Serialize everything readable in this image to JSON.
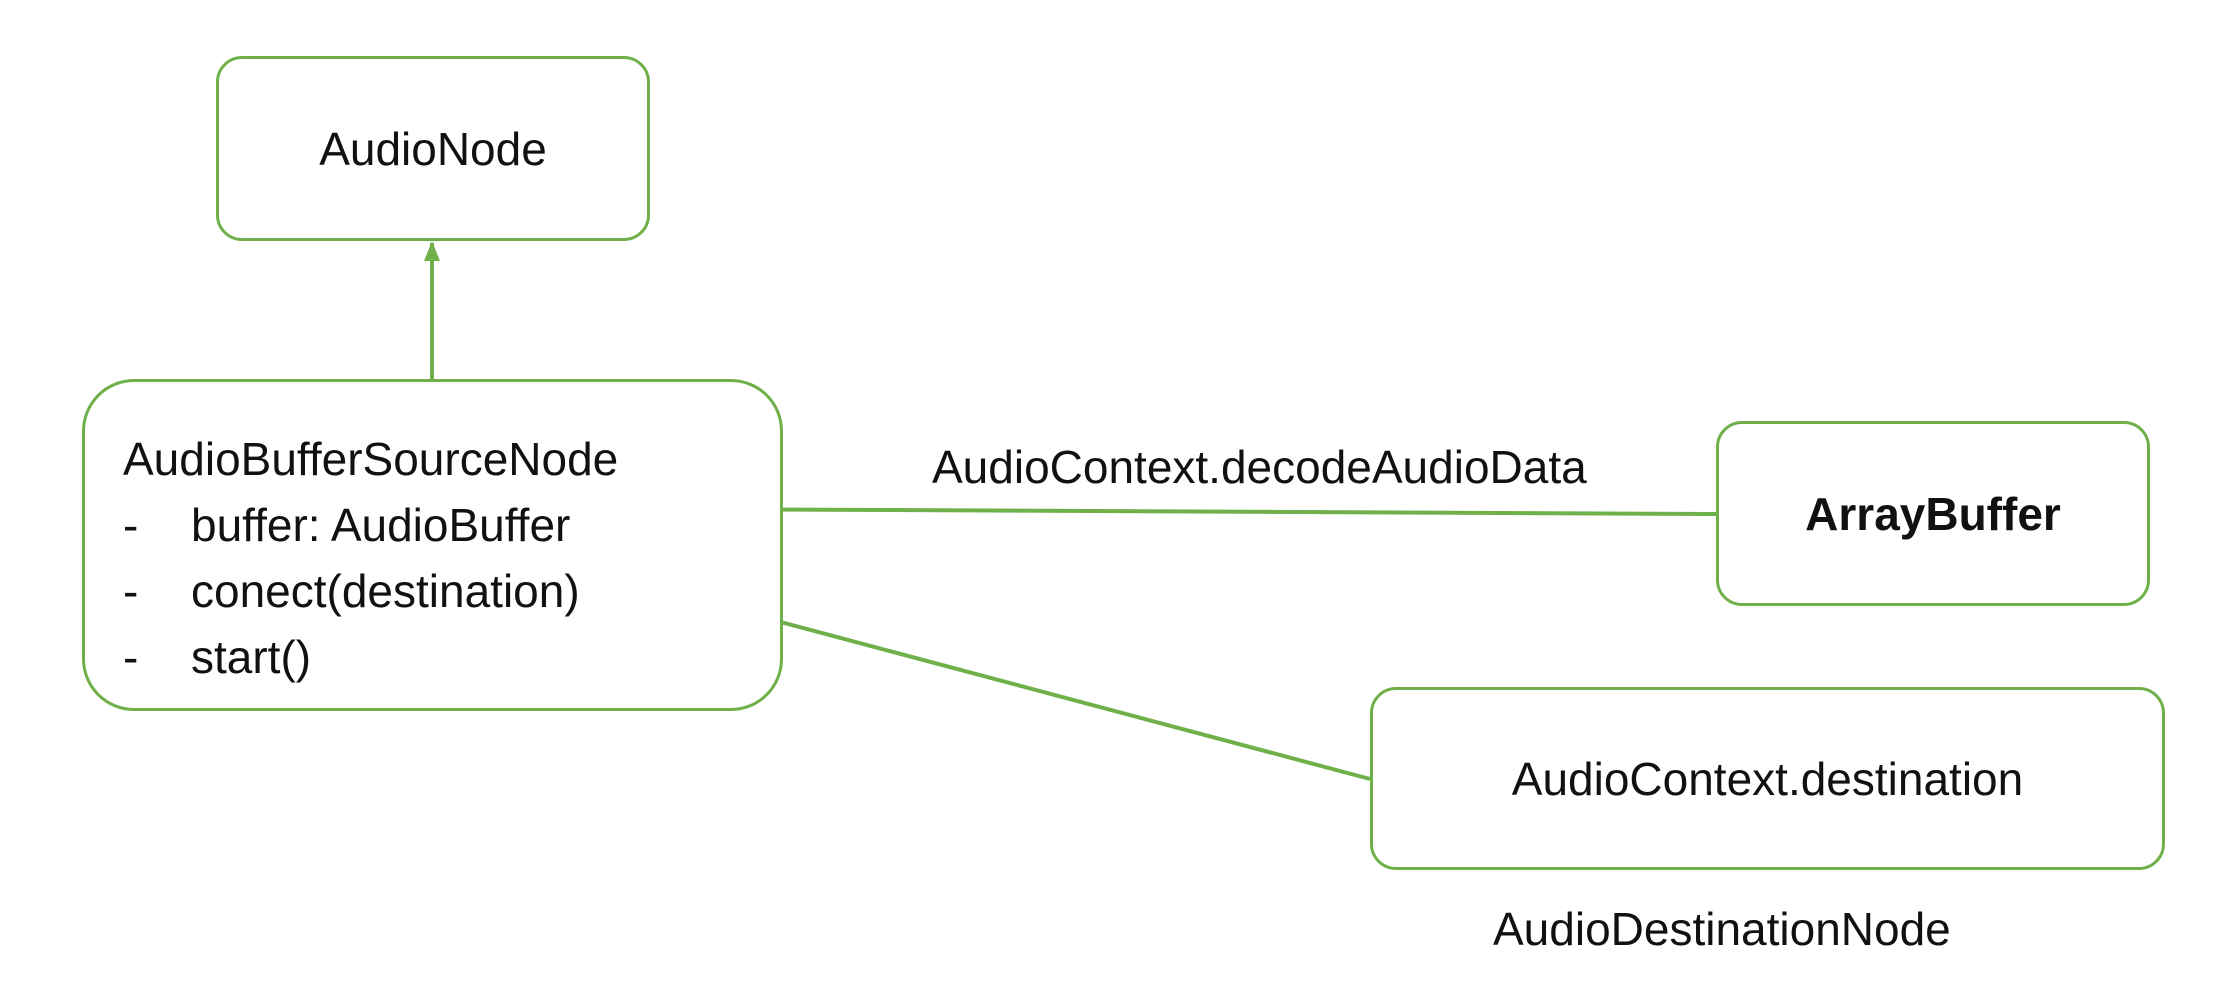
{
  "colors": {
    "accent": "#6fb04a",
    "text": "#111111",
    "background": "#ffffff"
  },
  "nodes": {
    "audio_node": {
      "label": "AudioNode"
    },
    "audio_buffer_source_node": {
      "title": "AudioBufferSourceNode",
      "members": [
        {
          "dash": "-",
          "text": "buffer: AudioBuffer"
        },
        {
          "dash": "-",
          "text": "conect(destination)"
        },
        {
          "dash": "-",
          "text": "start()"
        }
      ]
    },
    "array_buffer": {
      "label": "ArrayBuffer"
    },
    "audio_context_destination": {
      "label": "AudioContext.destination"
    }
  },
  "edge_labels": {
    "decode": "AudioContext.decodeAudioData"
  },
  "annotations": {
    "destination_type": "AudioDestinationNode"
  }
}
